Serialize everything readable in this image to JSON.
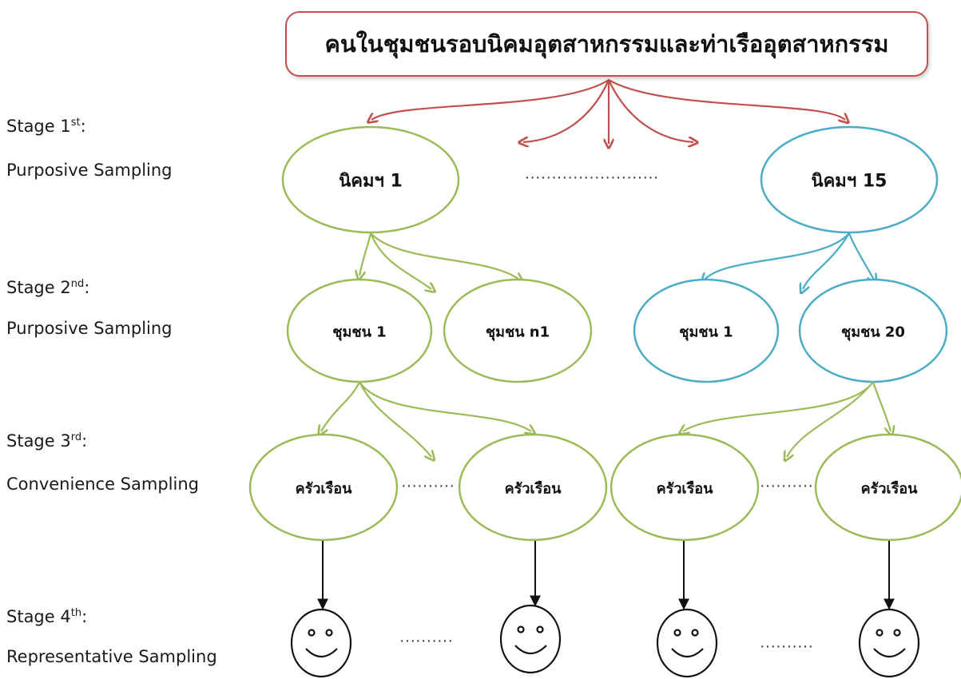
{
  "title": "คนในชุมชนรอบนิคมอุตสาหกรรมและท่าเรืออุตสาหกรรม",
  "stages": [
    {
      "prefix": "Stage 1",
      "ordinal": "st",
      "suffix": ":",
      "method": "Purposive Sampling"
    },
    {
      "prefix": "Stage 2",
      "ordinal": "nd",
      "suffix": ":",
      "method": "Purposive Sampling"
    },
    {
      "prefix": "Stage 3",
      "ordinal": "rd",
      "suffix": ":",
      "method": "Convenience Sampling"
    },
    {
      "prefix": "Stage 4",
      "ordinal": "th",
      "suffix": ":",
      "method": "Representative Sampling"
    }
  ],
  "level1": {
    "left": "นิคมฯ 1",
    "right": "นิคมฯ 15",
    "dots": "........................."
  },
  "level2": {
    "a": "ชุมชน 1",
    "b": "ชุมชน n1",
    "c": "ชุมชน 1",
    "d": "ชุมชน 20"
  },
  "level3": {
    "a": "ครัวเรือน",
    "b": "ครัวเรือน",
    "c": "ครัวเรือน",
    "d": "ครัวเรือน",
    "dots_left": "..........",
    "dots_right": ".........."
  },
  "level4": {
    "dots_left": "..........",
    "dots_right": ".........."
  },
  "colors": {
    "root": "#c0504d",
    "green": "#9bbb59",
    "blue": "#4bacc6",
    "black": "#111111"
  }
}
